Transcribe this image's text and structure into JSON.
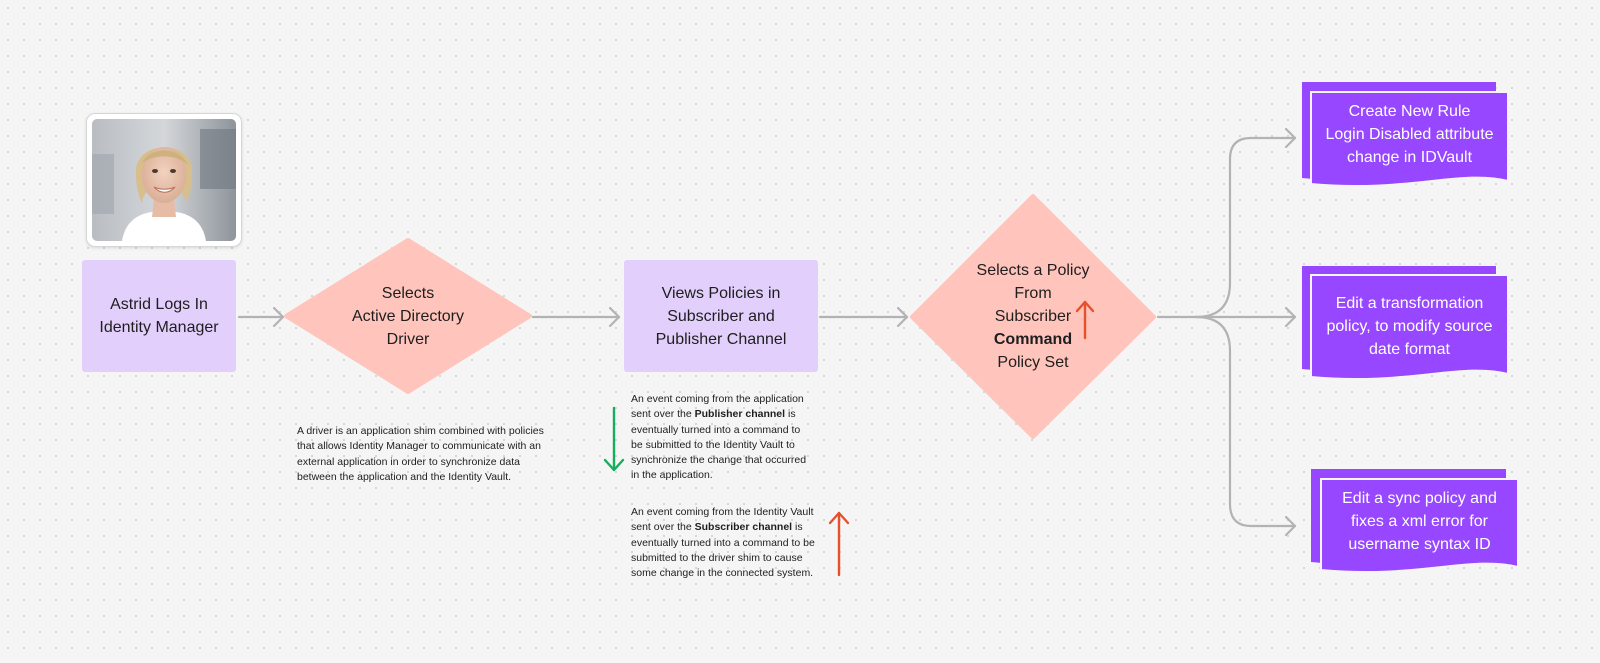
{
  "nodes": {
    "start": {
      "line1": "Astrid Logs In",
      "line2": "Identity Manager"
    },
    "select_driver": {
      "line1": "Selects",
      "line2": "Active Directory",
      "line3": "Driver"
    },
    "view_policies": {
      "line1": "Views Policies in",
      "line2": "Subscriber and",
      "line3": "Publisher Channel"
    },
    "select_policy": {
      "line1": "Selects a Policy",
      "line2": "From",
      "line3": "Subscriber",
      "line4_bold": "Command",
      "line5": "Policy Set"
    }
  },
  "outcomes": [
    {
      "line1": "Create New Rule",
      "line2": "Login Disabled attribute",
      "line3": "change in IDVault"
    },
    {
      "line1": "Edit a transformation",
      "line2": "policy, to modify source",
      "line3": "date format"
    },
    {
      "line1": "Edit a sync policy and",
      "line2": "fixes a xml error for",
      "line3": "username syntax ID"
    }
  ],
  "notes": {
    "driver": {
      "lines": [
        "A driver is an application shim combined with policies",
        "that allows Identity Manager to communicate with an",
        "external application in order to synchronize data",
        "between the application and the Identity Vault."
      ]
    },
    "publisher": {
      "line1": "An event coming from the application",
      "line2_pre": "sent over the ",
      "line2_bold": "Publisher channel",
      "line2_post": " is",
      "line3": "eventually turned into a command to",
      "line4": "be submitted to the Identity Vault to",
      "line5": "synchronize the change that occurred",
      "line6": "in the application."
    },
    "subscriber": {
      "line1": "An event coming from the Identity Vault",
      "line2_pre": "sent over the ",
      "line2_bold": "Subscriber channel",
      "line2_post": " is",
      "line3": "eventually turned into a command to be",
      "line4": "submitted to the driver shim to cause",
      "line5": "some change in the connected system."
    }
  },
  "colors": {
    "lilac": "#e2cffc",
    "salmon": "#ffc4bb",
    "purple": "#9747ff",
    "connector": "#b3b3b3",
    "green_arrow": "#14ae5c",
    "red_arrow": "#e5512c"
  },
  "icons": {
    "down_arrow": "green-down-arrow-icon",
    "up_arrow": "red-up-arrow-icon"
  }
}
